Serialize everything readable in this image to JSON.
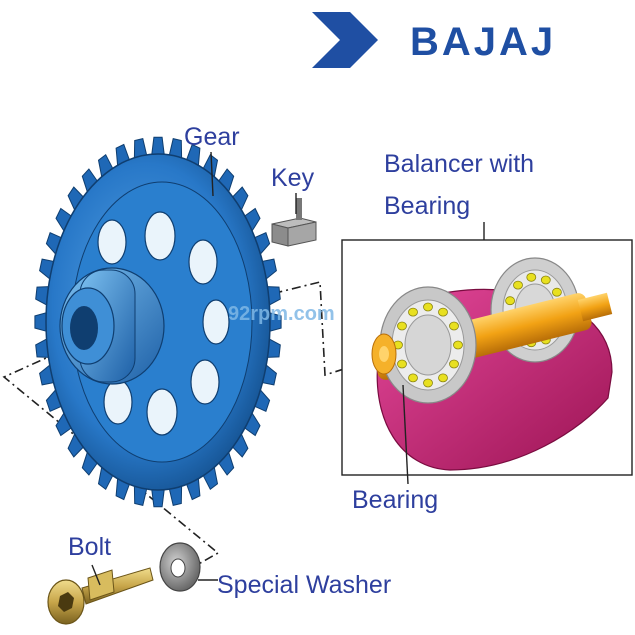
{
  "brand": {
    "name": "BAJAJ",
    "color": "#1f4fa3"
  },
  "watermark": "92rpm.com",
  "labels": {
    "gear": "Gear",
    "key": "Key",
    "balancer_line1": "Balancer with",
    "balancer_line2": "Bearing",
    "bearing": "Bearing",
    "bolt": "Bolt",
    "special_washer": "Special Washer"
  },
  "colors": {
    "label_text": "#2e3f9e",
    "gear_body": "#2878c8",
    "gear_dark": "#124a86",
    "gear_light": "#6fb6ea",
    "balancer_weight": "#c8226e",
    "shaft": "#f2a214",
    "bearing_ring": "#c8c8c8",
    "bearing_ball": "#e8e020",
    "bolt": "#c8a64a",
    "washer": "#8a8a8a",
    "key": "#8c8c8c"
  }
}
